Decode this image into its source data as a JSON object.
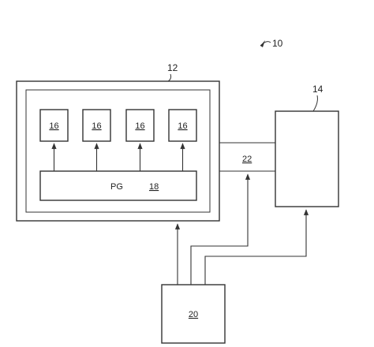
{
  "figure": {
    "ref_system": "10",
    "ref_outer_unit": "12",
    "ref_right_unit": "14",
    "ref_sub_blocks": [
      "16",
      "16",
      "16",
      "16"
    ],
    "pg_text": "PG",
    "ref_pg": "18",
    "ref_bottom_unit": "20",
    "ref_link": "22"
  }
}
